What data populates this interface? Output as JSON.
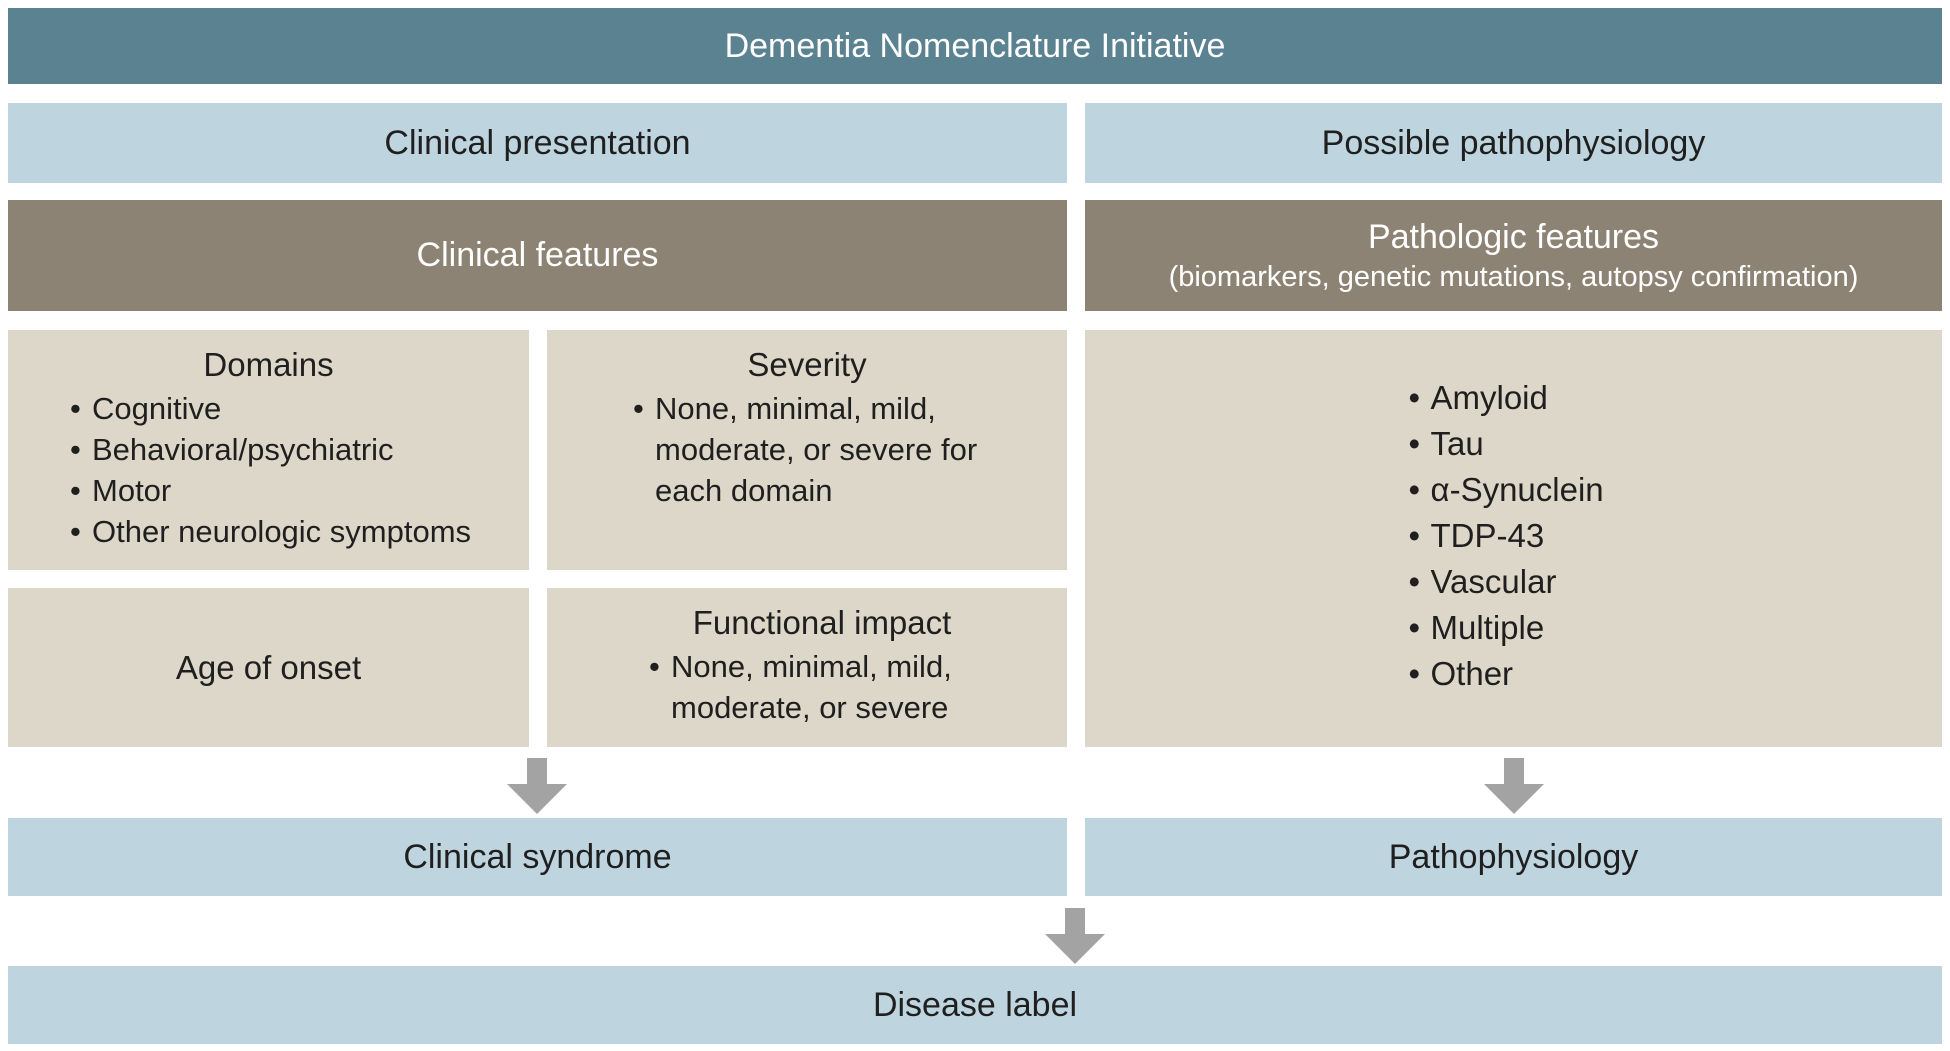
{
  "title": "Dementia Nomenclature Initiative",
  "sections": {
    "clinical_presentation": "Clinical presentation",
    "possible_pathophysiology": "Possible pathophysiology"
  },
  "clinical_features": {
    "header": "Clinical features",
    "domains": {
      "title": "Domains",
      "items": [
        "Cognitive",
        "Behavioral/psychiatric",
        "Motor",
        "Other neurologic symptoms"
      ]
    },
    "severity": {
      "title": "Severity",
      "items": [
        "None, minimal, mild, moderate, or severe for each domain"
      ]
    },
    "age_of_onset": "Age of onset",
    "functional_impact": {
      "title": "Functional impact",
      "items": [
        "None, minimal, mild, moderate, or severe"
      ]
    }
  },
  "pathologic_features": {
    "header": "Pathologic features",
    "subheader": "(biomarkers, genetic mutations, autopsy confirmation)",
    "items": [
      "Amyloid",
      "Tau",
      "α-Synuclein",
      "TDP-43",
      "Vascular",
      "Multiple",
      "Other"
    ]
  },
  "outcomes": {
    "clinical_syndrome": "Clinical syndrome",
    "pathophysiology": "Pathophysiology",
    "disease_label": "Disease label"
  },
  "colors": {
    "title_bar": "#5a8291",
    "light_blue": "#bed4de",
    "taupe": "#8d8374",
    "beige": "#ddd7c9",
    "arrow": "#a3a3a3"
  }
}
